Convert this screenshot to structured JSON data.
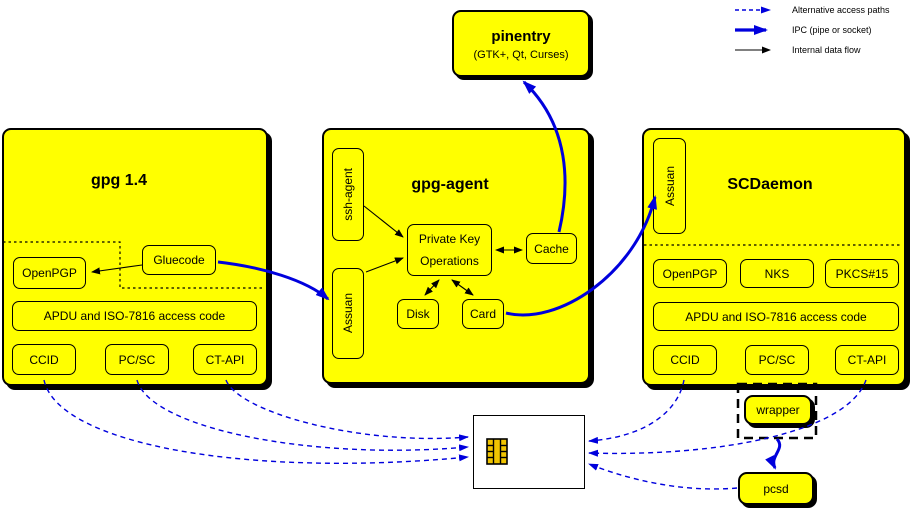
{
  "legend": {
    "items": [
      {
        "label": "Alternative access paths",
        "style": "dashed-blue"
      },
      {
        "label": "IPC (pipe or socket)",
        "style": "solid-blue-thick"
      },
      {
        "label": "Internal data flow",
        "style": "solid-black-thin"
      }
    ]
  },
  "nodes": {
    "pinentry": {
      "title": "pinentry",
      "subtitle": "(GTK+, Qt, Curses)"
    },
    "gpg": {
      "title": "gpg 1.4",
      "gluecode": "Gluecode",
      "openpgp": "OpenPGP",
      "apdu": "APDU and ISO-7816 access code",
      "ccid": "CCID",
      "pcsc": "PC/SC",
      "ctapi": "CT-API"
    },
    "gpg_agent": {
      "title": "gpg-agent",
      "ssh_agent": "ssh-agent",
      "assuan": "Assuan",
      "private_key_ops_line1": "Private Key",
      "private_key_ops_line2": "Operations",
      "cache": "Cache",
      "disk": "Disk",
      "card": "Card"
    },
    "scdaemon": {
      "title": "SCDaemon",
      "assuan": "Assuan",
      "openpgp": "OpenPGP",
      "nks": "NKS",
      "pkcs15": "PKCS#15",
      "apdu": "APDU and ISO-7816 access code",
      "ccid": "CCID",
      "pcsc": "PC/SC",
      "ctapi": "CT-API"
    },
    "wrapper": {
      "label": "wrapper"
    },
    "pcsd": {
      "label": "pcsd"
    },
    "smartcard": {
      "icon": "smartcard-icon"
    }
  },
  "edges": [
    {
      "from": "gpg.gluecode",
      "to": "gpg.openpgp",
      "type": "internal"
    },
    {
      "from": "gpg.gluecode",
      "to": "gpg_agent.assuan",
      "type": "ipc"
    },
    {
      "from": "gpg_agent.ssh_agent",
      "to": "gpg_agent.private_key_ops",
      "type": "internal"
    },
    {
      "from": "gpg_agent.assuan",
      "to": "gpg_agent.private_key_ops",
      "type": "internal"
    },
    {
      "from": "gpg_agent.private_key_ops",
      "to": "gpg_agent.cache",
      "type": "internal-bidirectional"
    },
    {
      "from": "gpg_agent.private_key_ops",
      "to": "gpg_agent.disk",
      "type": "internal-bidirectional"
    },
    {
      "from": "gpg_agent.private_key_ops",
      "to": "gpg_agent.card",
      "type": "internal-bidirectional"
    },
    {
      "from": "gpg_agent.cache",
      "to": "pinentry",
      "type": "ipc"
    },
    {
      "from": "gpg_agent.card",
      "to": "scdaemon.assuan",
      "type": "ipc"
    },
    {
      "from": "wrapper",
      "to": "pcsd",
      "type": "ipc"
    },
    {
      "from": "gpg.ccid",
      "to": "smartcard",
      "type": "alternative"
    },
    {
      "from": "gpg.pcsc",
      "to": "smartcard",
      "type": "alternative"
    },
    {
      "from": "gpg.ctapi",
      "to": "smartcard",
      "type": "alternative"
    },
    {
      "from": "scdaemon.ccid",
      "to": "smartcard",
      "type": "alternative"
    },
    {
      "from": "scdaemon.ctapi",
      "to": "smartcard",
      "type": "alternative"
    },
    {
      "from": "pcsd",
      "to": "smartcard",
      "type": "alternative"
    }
  ],
  "colors": {
    "node_fill": "#ffff00",
    "ipc_blue": "#0000dd",
    "internal_black": "#000000",
    "card_chip": "#f0c400",
    "background": "#ffffff"
  }
}
